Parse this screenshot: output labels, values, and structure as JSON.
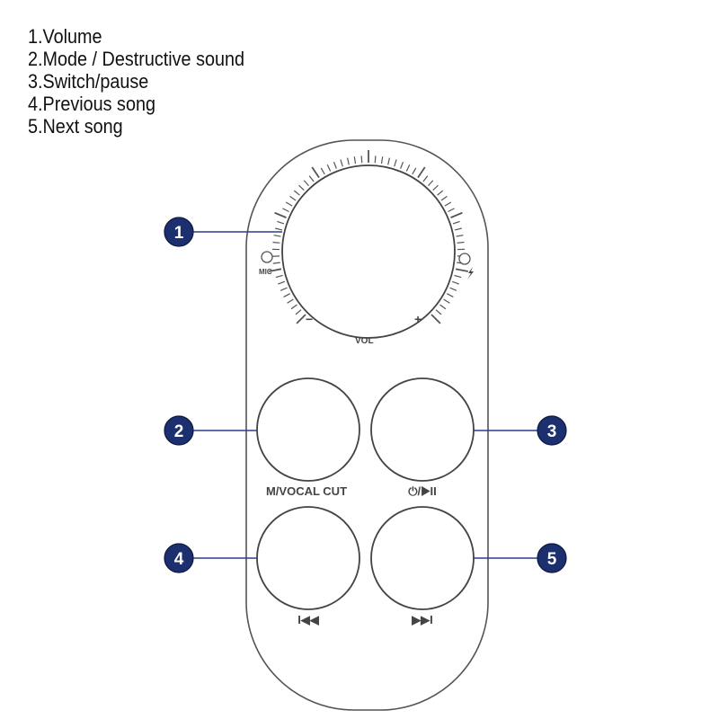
{
  "legend": [
    "1.Volume",
    "2.Mode / Destructive sound",
    "3.Switch/pause",
    "4.Previous song",
    "5.Next song"
  ],
  "callouts": [
    "1",
    "2",
    "3",
    "4",
    "5"
  ],
  "labels": {
    "mic": "MIC",
    "vol": "VOL",
    "minus": "−",
    "plus": "+",
    "mode": "M/VOCAL CUT",
    "power_play": "⏻/▶II",
    "prev": "I◀◀",
    "next": "▶▶I"
  },
  "colors": {
    "callout": "#1c2f6e",
    "leader": "#2a3f8f",
    "outline": "#555555"
  },
  "icons": {
    "mic_indicator": "led-circle",
    "charge_indicator": "lightning-icon"
  }
}
